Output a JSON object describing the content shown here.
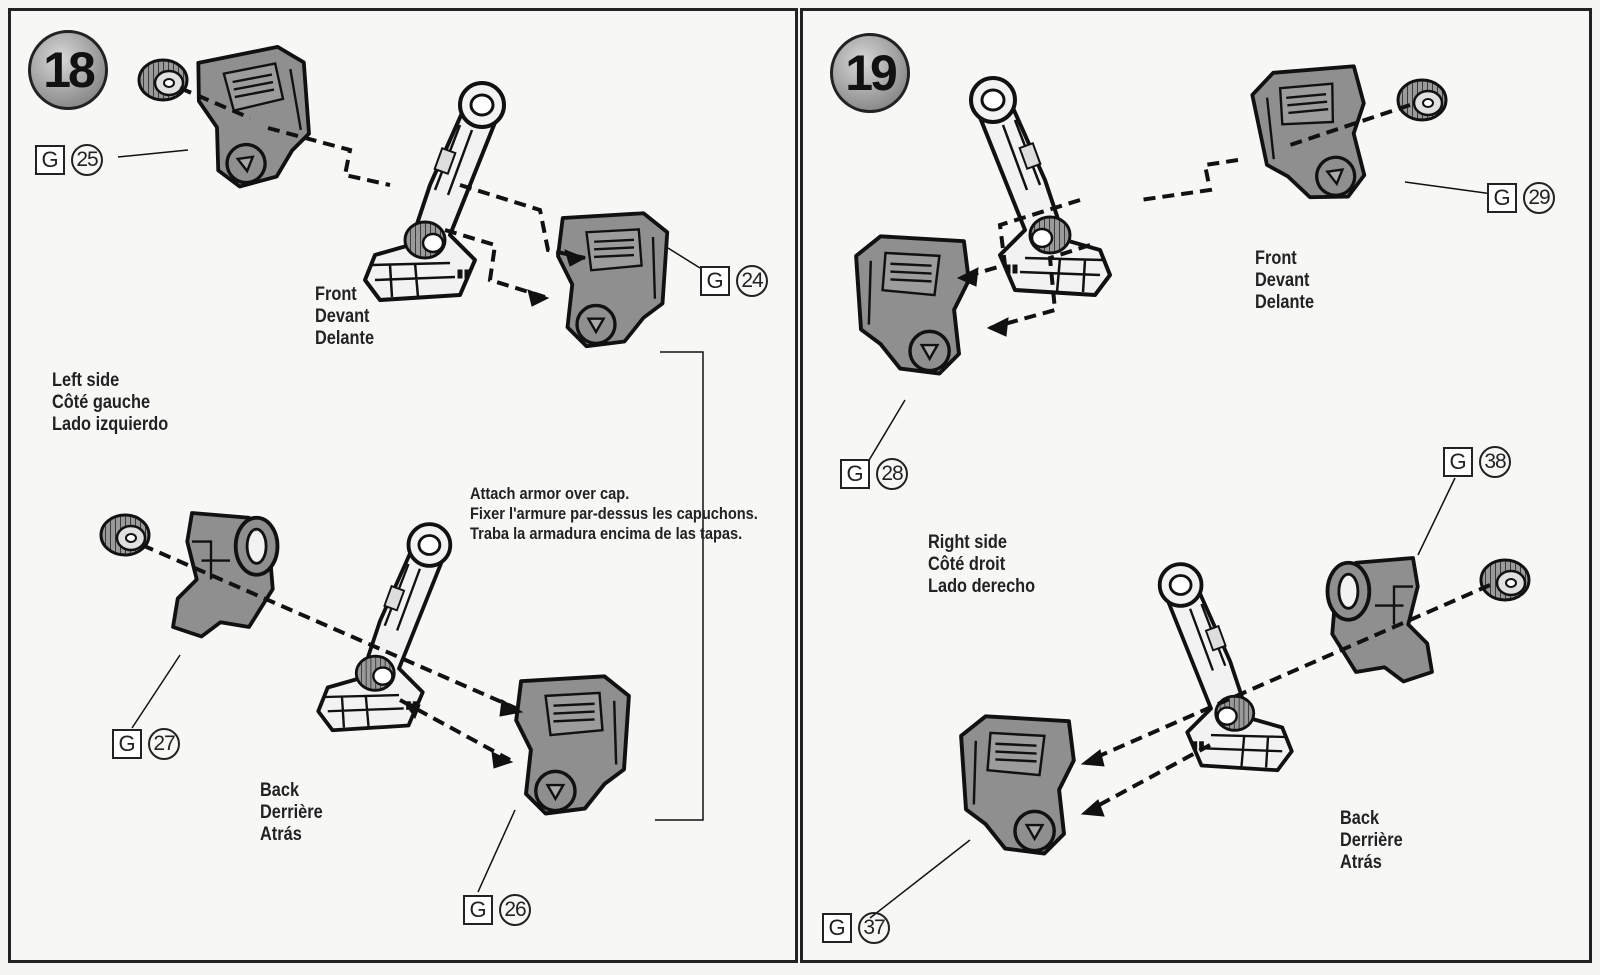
{
  "steps": {
    "left": {
      "number": "18",
      "front": [
        "Front",
        "Devant",
        "Delante"
      ],
      "side": [
        "Left side",
        "Côté gauche",
        "Lado izquierdo"
      ],
      "note": [
        "Attach armor over cap.",
        "Fixer l'armure par-dessus les capuchons.",
        "Traba la armadura encima de las tapas."
      ],
      "back": [
        "Back",
        "Derrière",
        "Atrás"
      ],
      "parts": {
        "p25": {
          "letter": "G",
          "num": "25"
        },
        "p24": {
          "letter": "G",
          "num": "24"
        },
        "p27": {
          "letter": "G",
          "num": "27"
        },
        "p26": {
          "letter": "G",
          "num": "26"
        }
      }
    },
    "right": {
      "number": "19",
      "front": [
        "Front",
        "Devant",
        "Delante"
      ],
      "side": [
        "Right side",
        "Côté droit",
        "Lado derecho"
      ],
      "back": [
        "Back",
        "Derrière",
        "Atrás"
      ],
      "parts": {
        "p29": {
          "letter": "G",
          "num": "29"
        },
        "p28": {
          "letter": "G",
          "num": "28"
        },
        "p38": {
          "letter": "G",
          "num": "38"
        },
        "p37": {
          "letter": "G",
          "num": "37"
        }
      }
    }
  },
  "colors": {
    "armor": "#8f8f8f",
    "outline": "#1a1a1a",
    "white_part": "#f2f2f2"
  }
}
